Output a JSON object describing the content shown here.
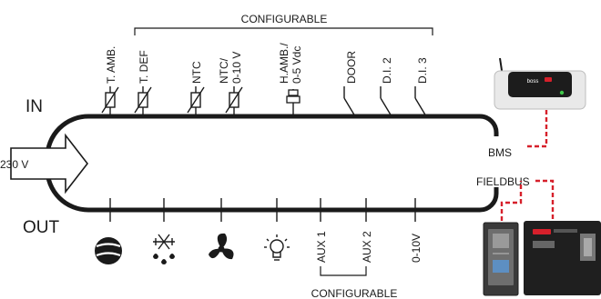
{
  "top_bracket_label": "CONFIGURABLE",
  "bottom_bracket_label": "CONFIGURABLE",
  "in_label": "IN",
  "out_label": "OUT",
  "power_label": "230 V",
  "bms_label": "BMS",
  "fieldbus_label": "FIELDBUS",
  "device_brand": "boss",
  "inputs": [
    {
      "label": "T. AMB.",
      "symbol": "probe"
    },
    {
      "label": "T. DEF",
      "symbol": "probe"
    },
    {
      "label": "NTC",
      "symbol": "probe"
    },
    {
      "label": "NTC/",
      "label2": "0-10 V",
      "symbol": "probe"
    },
    {
      "label": "H.AMB./",
      "label2": "0-5 Vdc",
      "symbol": "humidity-sensor"
    },
    {
      "label": "DOOR",
      "symbol": "digital-contact"
    },
    {
      "label": "D.I. 2",
      "symbol": "digital-contact"
    },
    {
      "label": "D.I. 3",
      "symbol": "digital-contact"
    }
  ],
  "outputs": [
    {
      "icon": "compressor-icon"
    },
    {
      "icon": "defrost-icon"
    },
    {
      "icon": "fan-icon"
    },
    {
      "icon": "light-icon"
    },
    {
      "label": "AUX 1"
    },
    {
      "label": "AUX 2"
    },
    {
      "label": "0-10V"
    }
  ],
  "colors": {
    "line": "#1a1a1a",
    "link": "#d6202b",
    "panel": "#2b2b2b"
  }
}
